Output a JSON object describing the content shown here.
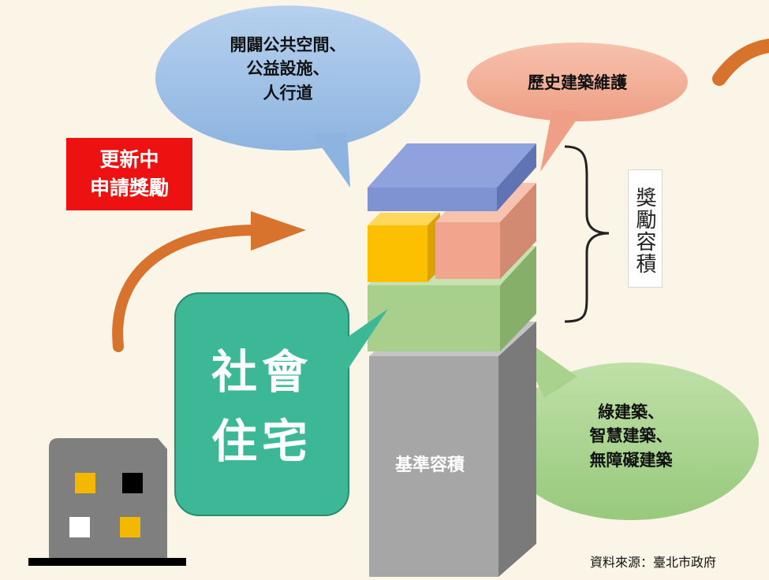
{
  "bubbles": {
    "public_space": [
      "開闢公共空間、",
      "公益設施、",
      "人行道"
    ],
    "historic": "歷史建築維護",
    "green": [
      "綠建築、",
      "智慧建築、",
      "無障礙建築"
    ]
  },
  "update_badge": [
    "更新中",
    "申請獎勵"
  ],
  "bonus_label": "獎勵容積",
  "social_housing": [
    "社會",
    "住宅"
  ],
  "base_label": "基準容積",
  "source": "資料來源：臺北市政府",
  "colors": {
    "background": "#fbf5e8",
    "blue_block": "#7f92d2",
    "pink_block": "#f0a58c",
    "yellow_block": "#fdc000",
    "green_block": "#a8cf8b",
    "gray_block": "#a6a6a6",
    "teal_callout": "#3db896",
    "red_badge": "#ee1111",
    "arrow": "#d8732e"
  }
}
